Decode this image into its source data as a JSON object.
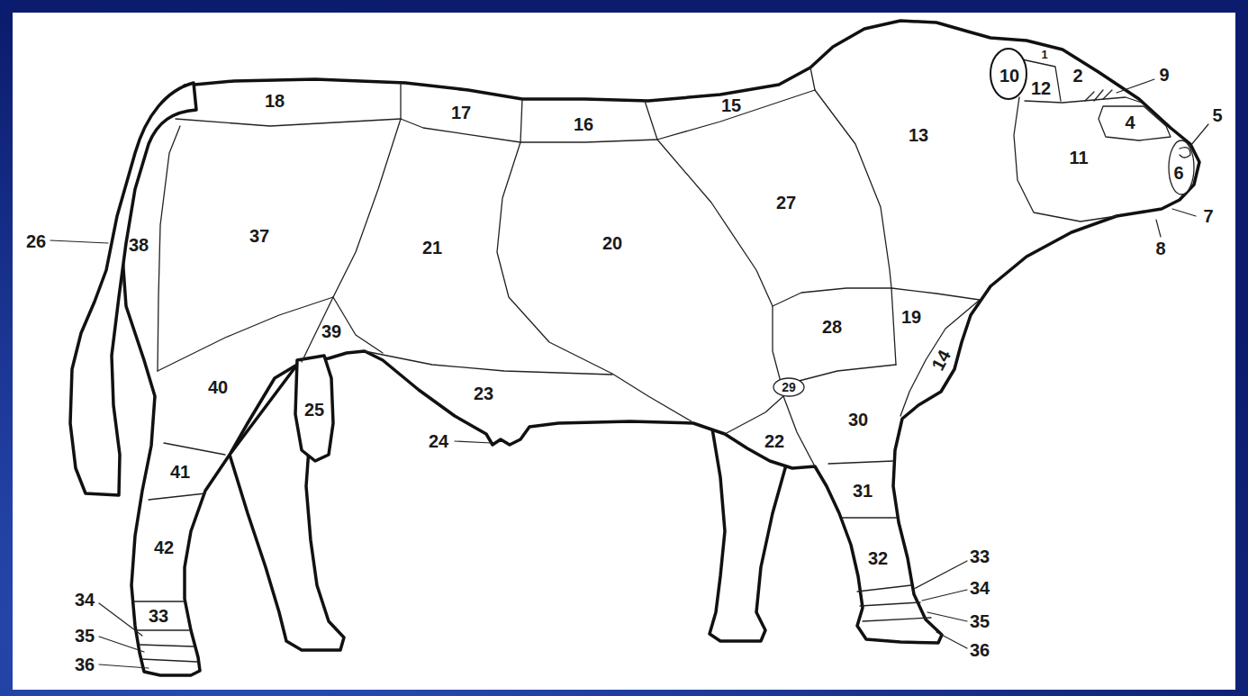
{
  "diagram": {
    "labels": [
      "1",
      "10",
      "2",
      "9",
      "12",
      "18",
      "17",
      "15",
      "16",
      "4",
      "5",
      "13",
      "11",
      "6",
      "27",
      "7",
      "26",
      "38",
      "37",
      "21",
      "20",
      "8",
      "19",
      "28",
      "39",
      "14",
      "40",
      "23",
      "29",
      "30",
      "24",
      "22",
      "25",
      "41",
      "31",
      "42",
      "33",
      "32",
      "34",
      "35",
      "36",
      "34",
      "33",
      "35",
      "36"
    ]
  }
}
